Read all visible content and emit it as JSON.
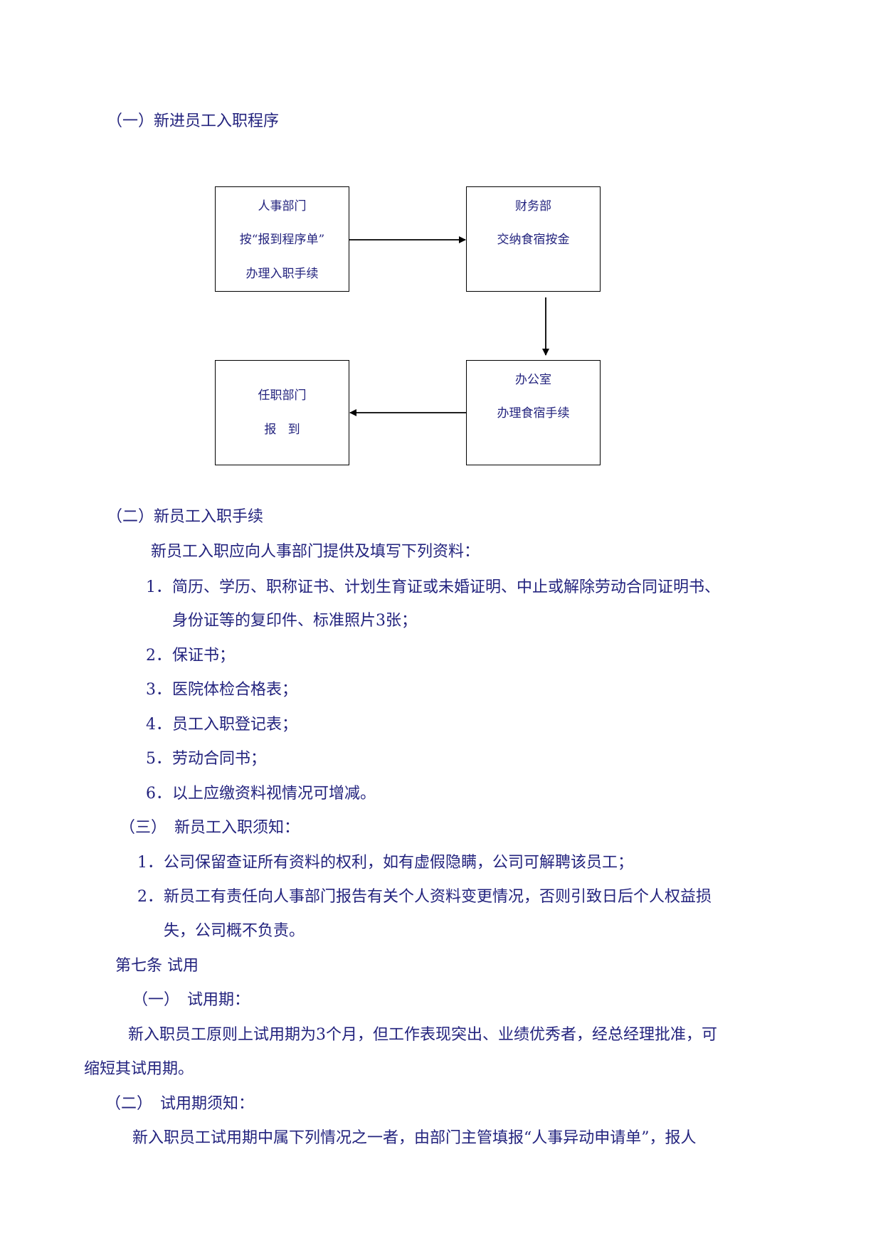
{
  "section1": {
    "heading": "（一）新进员工入职程序"
  },
  "flowchart": {
    "box_hr": {
      "line1": "人事部门",
      "line2": "按“报到程序单”",
      "line3": "办理入职手续"
    },
    "box_finance": {
      "line1": "财务部",
      "line2": "交纳食宿按金"
    },
    "box_office": {
      "line1": "办公室",
      "line2": "办理食宿手续"
    },
    "box_dept": {
      "line1": "任职部门",
      "line2": "报   到"
    }
  },
  "section2": {
    "heading": "（二）新员工入职手续",
    "intro": "新员工入职应向人事部门提供及填写下列资料：",
    "items": [
      {
        "num": "1．",
        "text": "简历、学历、职称证书、计划生育证或未婚证明、中止或解除劳动合同证明书、",
        "cont": "身份证等的复印件、标准照片3张；"
      },
      {
        "num": "2．",
        "text": "保证书；"
      },
      {
        "num": "3．",
        "text": "医院体检合格表；"
      },
      {
        "num": "4．",
        "text": "员工入职登记表；"
      },
      {
        "num": "5．",
        "text": "劳动合同书；"
      },
      {
        "num": "6．",
        "text": "以上应缴资料视情况可增减。"
      }
    ]
  },
  "section3": {
    "heading": "（三）　新员工入职须知：",
    "items": [
      {
        "num": "1．",
        "text": "公司保留查证所有资料的权利，如有虚假隐瞒，公司可解聘该员工；"
      },
      {
        "num": "2．",
        "text": "新员工有责任向人事部门报告有关个人资料变更情况，否则引致日后个人权益损",
        "cont": "失，公司概不负责。"
      }
    ]
  },
  "article7": {
    "heading": "第七条 试用",
    "sub1_heading": "（一）　试用期：",
    "sub1_para_line1": "新入职员工原则上试用期为3个月，但工作表现突出、业绩优秀者，经总经理批准，可",
    "sub1_para_line2": "缩短其试用期。",
    "sub2_heading": "（二）　试用期须知：",
    "sub2_para_line1": "新入职员工试用期中属下列情况之一者，由部门主管填报“人事异动申请单”，报人"
  }
}
